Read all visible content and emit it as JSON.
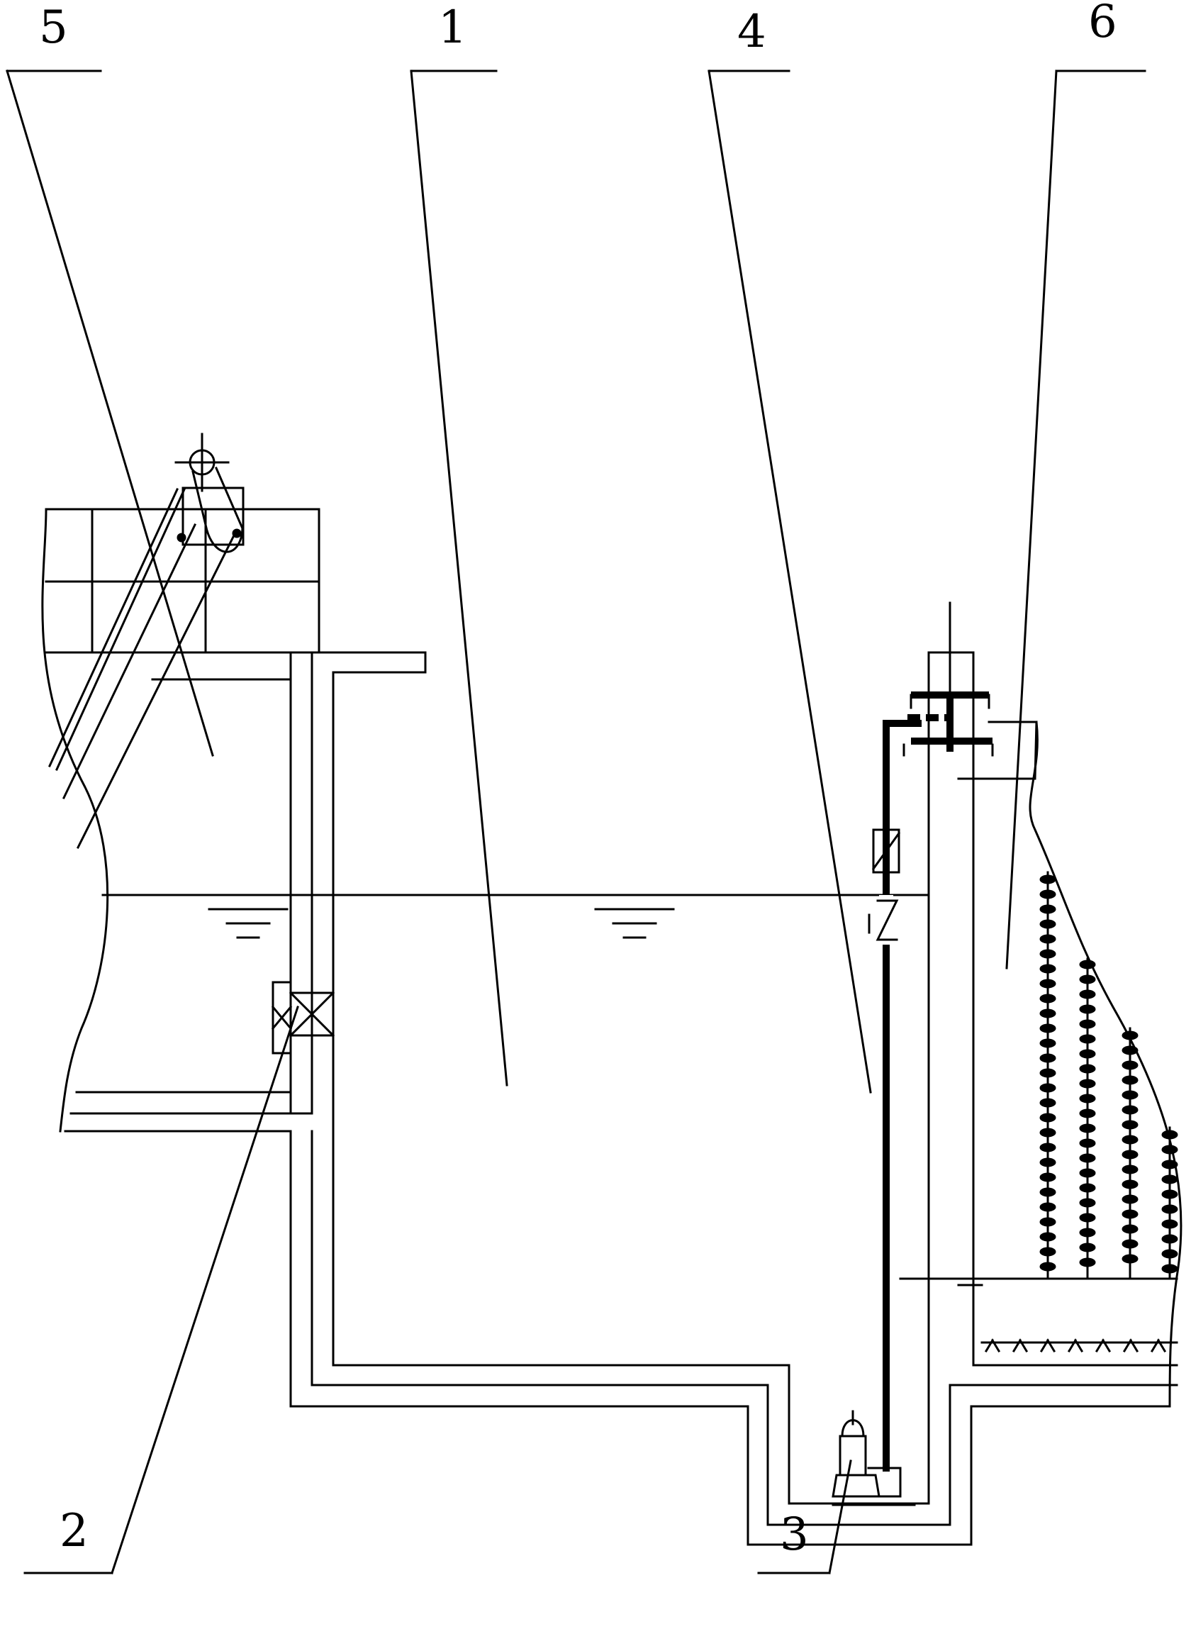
{
  "labels": {
    "part_1": "1",
    "part_2": "2",
    "part_3": "3",
    "part_4": "4",
    "part_5": "5",
    "part_6": "6"
  },
  "colors": {
    "line": "#000000",
    "background": "#ffffff"
  }
}
